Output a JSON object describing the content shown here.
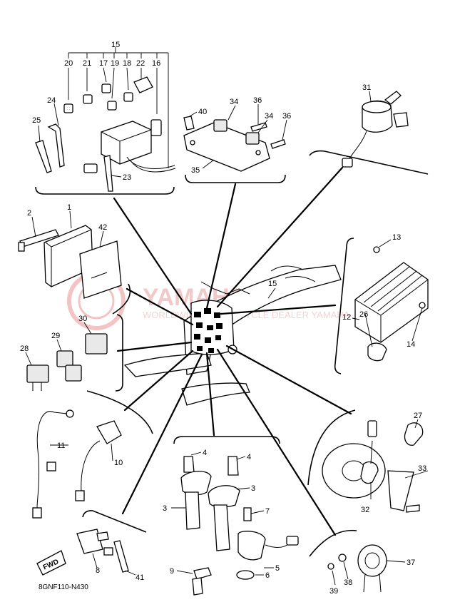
{
  "watermark": {
    "brand": "YAMAHA",
    "subtitle": "WORLDWIDE MOTORCYCLE DEALER YAMAHA"
  },
  "diagram_code": "8GNF110-N430",
  "fwd_label": "FWD",
  "part_labels": {
    "p1": "1",
    "p2": "2",
    "p3a": "3",
    "p3b": "3",
    "p4a": "4",
    "p4b": "4",
    "p5": "5",
    "p6": "6",
    "p7": "7",
    "p8": "8",
    "p9": "9",
    "p10": "10",
    "p11": "11",
    "p12": "12",
    "p13": "13",
    "p14": "14",
    "p15a": "15",
    "p15b": "15",
    "p16": "16",
    "p17": "17",
    "p18": "18",
    "p19": "19",
    "p20": "20",
    "p21": "21",
    "p22": "22",
    "p23": "23",
    "p24": "24",
    "p25": "25",
    "p26": "26",
    "p27": "27",
    "p28": "28",
    "p29": "29",
    "p30": "30",
    "p31": "31",
    "p32": "32",
    "p33": "33",
    "p34a": "34",
    "p34b": "34",
    "p35": "35",
    "p36a": "36",
    "p36b": "36",
    "p37": "37",
    "p38": "38",
    "p39": "39",
    "p40": "40",
    "p41": "41",
    "p42": "42"
  }
}
